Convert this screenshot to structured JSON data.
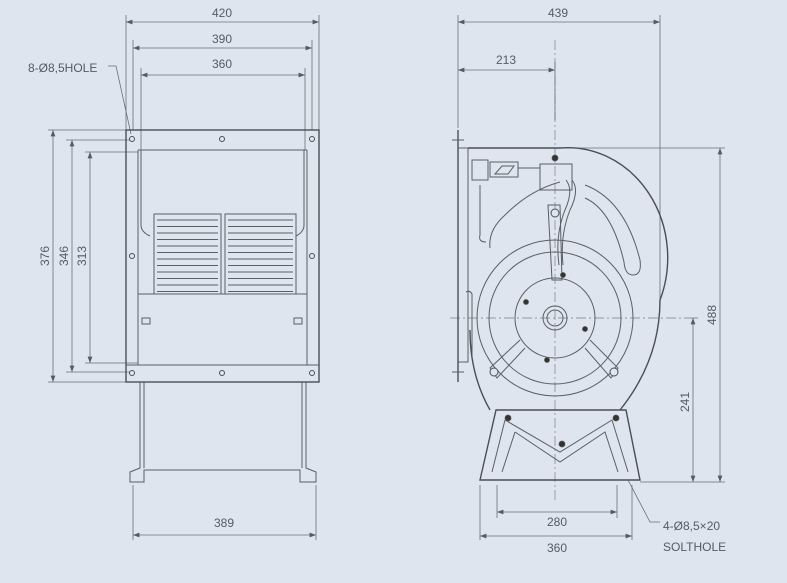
{
  "front_view": {
    "dimensions": {
      "flange_width": "420",
      "hole_pitch_width": "390",
      "opening_width": "360",
      "flange_height": "376",
      "hole_pitch_height": "346",
      "opening_height": "313",
      "foot_width": "389"
    },
    "hole_note": "8-Ø8,5HOLE"
  },
  "side_view": {
    "dimensions": {
      "overall_depth": "439",
      "flange_to_center": "213",
      "overall_height": "488",
      "center_height": "241",
      "foot_hole_pitch": "280",
      "foot_width": "360"
    },
    "hole_note_line1": "4-Ø8,5×20",
    "hole_note_line2": "SOLTHOLE"
  }
}
